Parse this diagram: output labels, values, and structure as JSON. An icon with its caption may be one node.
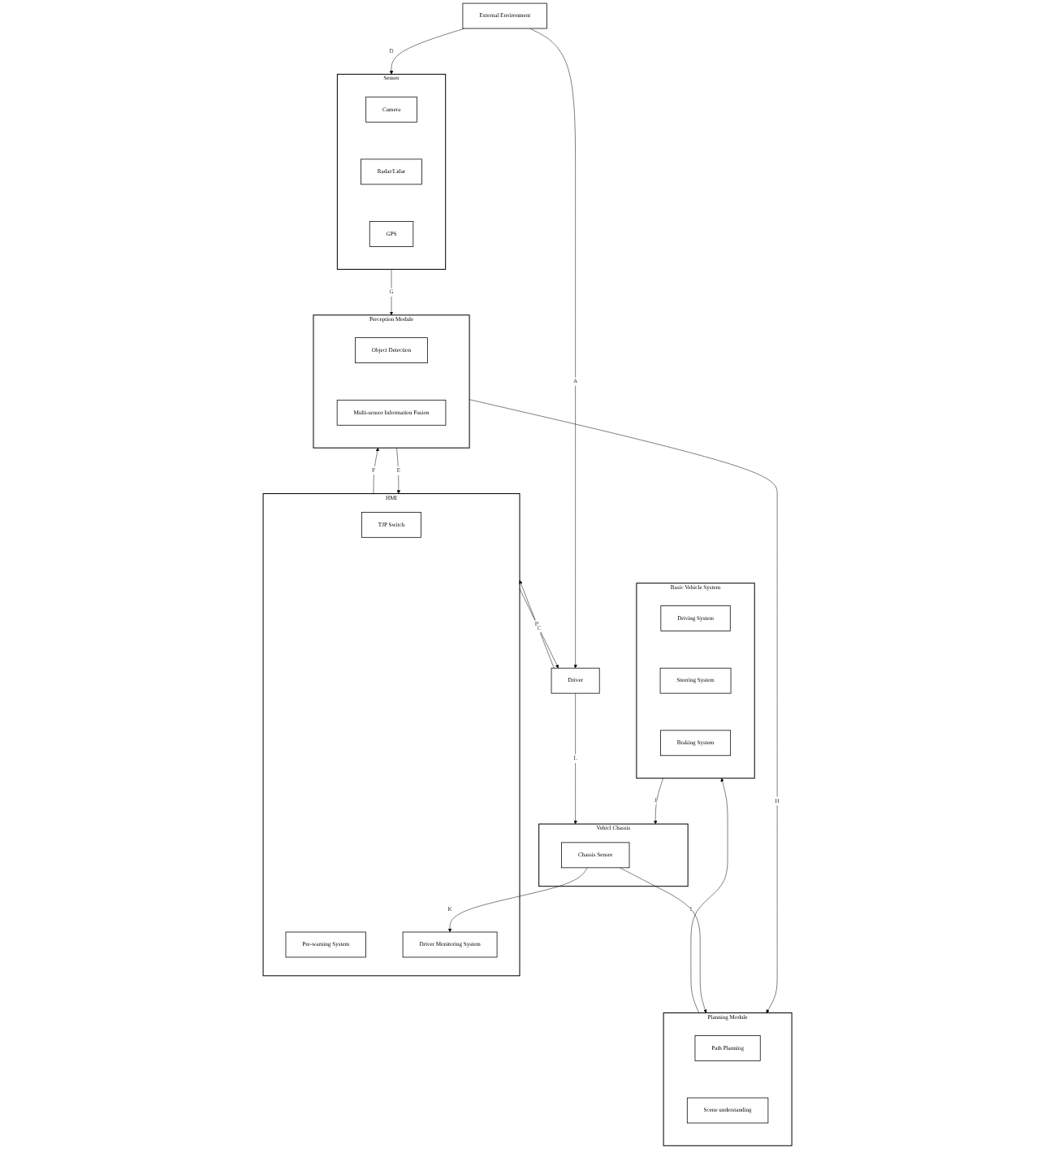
{
  "diagram": {
    "nodes": [
      {
        "text": [
          "Driver"
        ]
      },
      {
        "text": [
          "External Environment"
        ]
      },
      {
        "text": [
          "HMI"
        ]
      },
      {
        "text": [
          "TJP Switch"
        ],
        "in": 2
      },
      {
        "text": [
          "Pre-warning System"
        ],
        "in": 2
      },
      {
        "text": [
          "Driver Monitoring System"
        ],
        "in": 2
      },
      {
        "text": [
          "Sensor"
        ]
      },
      {
        "text": [
          "Camera"
        ],
        "in": 6
      },
      {
        "text": [
          "Radar/Lidar"
        ],
        "in": 6
      },
      {
        "text": [
          "GPS"
        ],
        "in": 6
      },
      {
        "text": [
          "Perception Module"
        ]
      },
      {
        "text": [
          "Object Detection"
        ],
        "in": 10
      },
      {
        "text": [
          "Multi-sensor Information Fusion"
        ],
        "in": 10
      },
      {
        "text": [
          "Planning Module"
        ]
      },
      {
        "text": [
          "Path Planning"
        ],
        "in": 13
      },
      {
        "text": [
          "Scene understanding"
        ],
        "in": 13
      },
      {
        "text": [
          "Basic Vehicle System"
        ]
      },
      {
        "text": [
          "Driving System"
        ],
        "in": 16
      },
      {
        "text": [
          "Steering System"
        ],
        "in": 16
      },
      {
        "text": [
          "Braking System"
        ],
        "in": 16
      },
      {
        "text": [
          "Vehicl Chassis"
        ]
      },
      {
        "text": [
          "Chassis Sensor"
        ],
        "in": 20
      }
    ],
    "edges": [
      {
        "from": 1,
        "to": 0,
        "arrow": "to",
        "label": "A"
      },
      {
        "from": 0,
        "to": 2,
        "arrow": "to",
        "label": "B"
      },
      {
        "from": 2,
        "to": 0,
        "arrow": "to",
        "label": "C"
      },
      {
        "from": 1,
        "to": 6,
        "arrow": "to",
        "label": "D"
      },
      {
        "from": 10,
        "to": 2,
        "arrow": "to",
        "label": "E"
      },
      {
        "from": 2,
        "to": 10,
        "arrow": "to",
        "label": "F"
      },
      {
        "from": 6,
        "to": 10,
        "arrow": "to",
        "label": "G"
      },
      {
        "from": 10,
        "to": 13,
        "arrow": "to",
        "label": "H"
      },
      {
        "from": 13,
        "to": 16,
        "arrow": "to",
        "label": "I"
      },
      {
        "from": 16,
        "to": 20,
        "arrow": "to",
        "label": "J"
      },
      {
        "from": 0,
        "to": 20,
        "arrow": "to",
        "label": "L"
      },
      {
        "from": 21,
        "to": 5,
        "arrow": "to",
        "label": "K"
      },
      {
        "from": 21,
        "to": 13,
        "arrow": "to"
      }
    ]
  }
}
